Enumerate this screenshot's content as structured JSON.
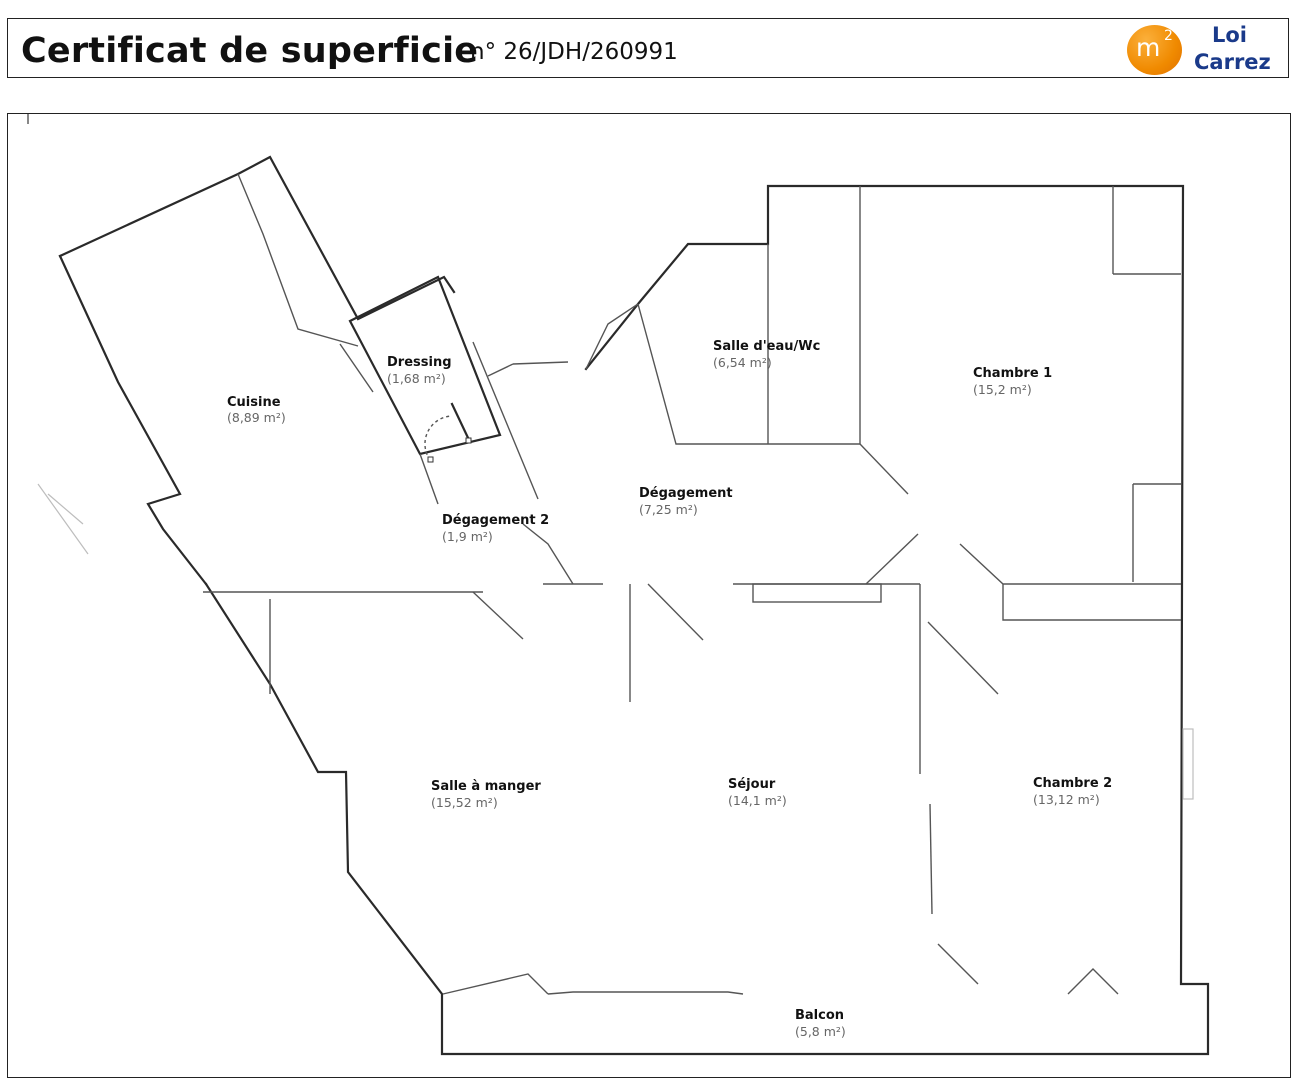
{
  "header": {
    "title": "Certificat de superficie",
    "certificate_number": "n° 26/JDH/260991",
    "logo": {
      "m2": "m",
      "m2_exponent": "2",
      "line1": "Loi",
      "line2": "Carrez"
    }
  },
  "colors": {
    "logo_orange": "#f08a00",
    "logo_text_blue": "#1a3a8a",
    "wall": "#2a2a2a"
  },
  "rooms": [
    {
      "name": "Cuisine",
      "area": "(8,89 m²)"
    },
    {
      "name": "Dressing",
      "area": "(1,68 m²)"
    },
    {
      "name": "Dégagement 2",
      "area": "(1,9 m²)"
    },
    {
      "name": "Salle d'eau/Wc",
      "area": "(6,54 m²)"
    },
    {
      "name": "Dégagement",
      "area": "(7,25 m²)"
    },
    {
      "name": "Chambre 1",
      "area": "(15,2 m²)"
    },
    {
      "name": "Salle à manger",
      "area": "(15,52 m²)"
    },
    {
      "name": "Séjour",
      "area": "(14,1 m²)"
    },
    {
      "name": "Chambre 2",
      "area": "(13,12 m²)"
    },
    {
      "name": "Balcon",
      "area": "(5,8 m²)"
    }
  ]
}
